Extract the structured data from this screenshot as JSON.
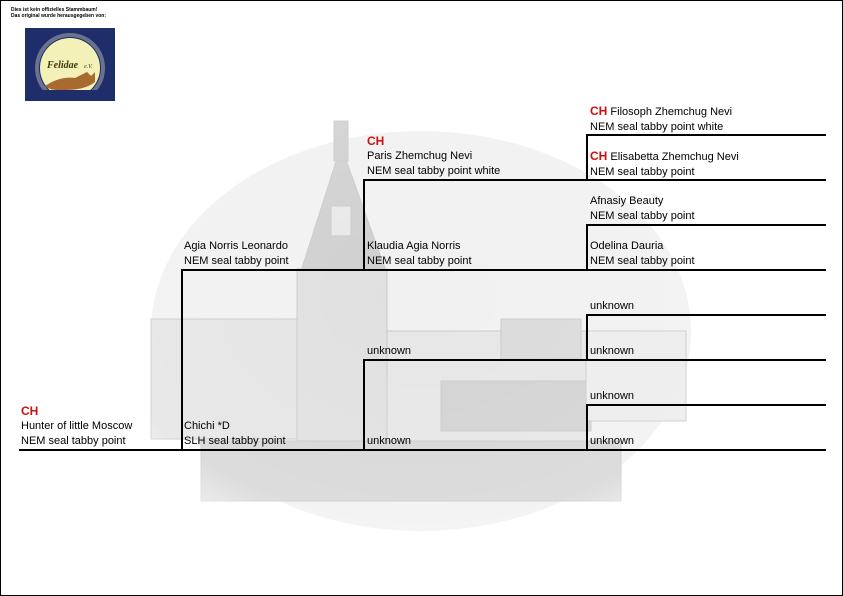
{
  "disclaimer": {
    "line1": "Dies ist kein offizielles Stammbaum!",
    "line2": "Das original wurde herausgegeben von:"
  },
  "logo": {
    "name": "Felidae",
    "suffix": "e.V."
  },
  "colors": {
    "title_red": "#cc1111",
    "line": "#000000",
    "logo_bg": "#1f2e6a"
  },
  "pedigree": {
    "subject": {
      "title": "CH",
      "name": "Hunter of little Moscow",
      "breed": "NEM seal tabby point"
    },
    "sire": {
      "name": "Agia Norris Leonardo",
      "breed": "NEM seal tabby point"
    },
    "dam": {
      "name": "Chichi *D",
      "breed": "SLH seal tabby point"
    },
    "sire_sire": {
      "title": "CH",
      "name": "Paris Zhemchug Nevi",
      "breed": "NEM seal tabby point white"
    },
    "sire_dam": {
      "name": "Klaudia Agia Norris",
      "breed": "NEM seal tabby point"
    },
    "dam_sire": {
      "name": "unknown"
    },
    "dam_dam": {
      "name": "unknown"
    },
    "ss_sire": {
      "title": "CH",
      "name": "Filosoph Zhemchug Nevi",
      "breed": "NEM seal tabby point white"
    },
    "ss_dam": {
      "title": "CH",
      "name": "Elisabetta Zhemchug Nevi",
      "breed": "NEM seal tabby point"
    },
    "sd_sire": {
      "name": "Afnasiy Beauty",
      "breed": "NEM seal tabby point"
    },
    "sd_dam": {
      "name": "Odelina Dauria",
      "breed": "NEM seal tabby point"
    },
    "ds_sire": {
      "name": "unknown"
    },
    "ds_dam": {
      "name": "unknown"
    },
    "dd_sire": {
      "name": "unknown"
    },
    "dd_dam": {
      "name": "unknown"
    }
  }
}
